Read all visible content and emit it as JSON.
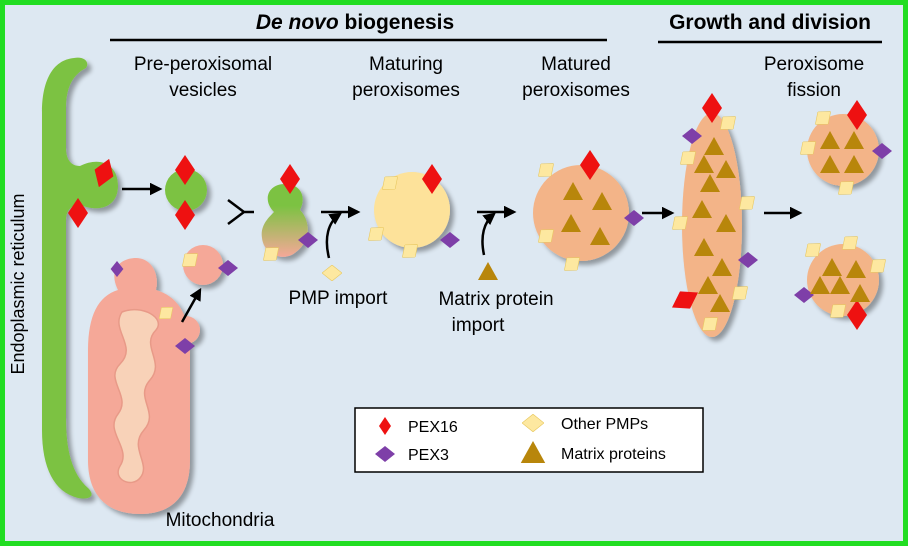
{
  "headers": {
    "de_novo_italic": "De novo",
    "de_novo_rest": " biogenesis",
    "growth": "Growth and division"
  },
  "stages": {
    "pre_1": "Pre-peroxisomal",
    "pre_2": "vesicles",
    "maturing_1": "Maturing",
    "maturing_2": "peroxisomes",
    "matured_1": "Matured",
    "matured_2": "peroxisomes",
    "fission_1": "Peroxisome",
    "fission_2": "fission"
  },
  "labels": {
    "er": "Endoplasmic reticulum",
    "mito": "Mitochondria",
    "pmp_import": "PMP import",
    "matrix_import_1": "Matrix protein",
    "matrix_import_2": "import"
  },
  "legend": {
    "pex16": "PEX16",
    "pex3": "PEX3",
    "other_pmps": "Other PMPs",
    "matrix_proteins": "Matrix proteins"
  },
  "colors": {
    "border": "#22dd22",
    "background": "#dde8f2",
    "er_green": "#7cc242",
    "mito_pink": "#f5a898",
    "mito_inner": "#f8d2b8",
    "pex16_red": "#ee1111",
    "pex3_purple": "#7e3fa8",
    "pmp_yellow": "#fde8a0",
    "matrix_gold": "#b8860b",
    "maturing_yellow": "#fde29a",
    "matured_orange": "#f3b488"
  }
}
